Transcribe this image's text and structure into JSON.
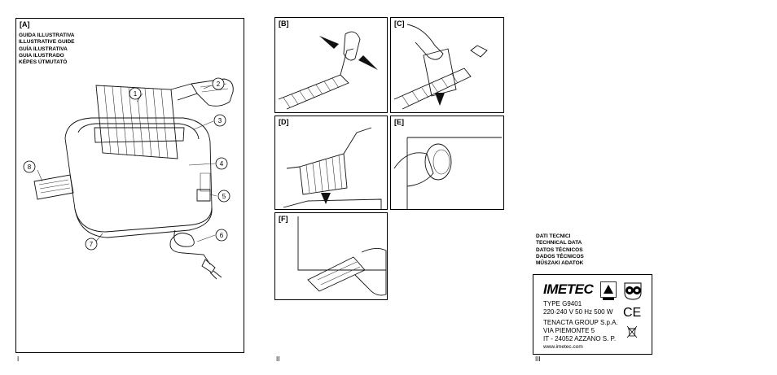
{
  "pages": [
    {
      "number": "I"
    },
    {
      "number": "II"
    },
    {
      "number": "III"
    }
  ],
  "panel_a": {
    "label": "[A]",
    "guide_titles": [
      "GUIDA ILLUSTRATIVA",
      "ILLUSTRATIVE GUIDE",
      "GUÍA ILUSTRATIVA",
      "GUIA ILUSTRADO",
      "KÉPES ÚTMUTATÓ"
    ],
    "callouts": [
      "1",
      "2",
      "3",
      "4",
      "5",
      "6",
      "7",
      "8"
    ]
  },
  "panels": [
    "[B]",
    "[C]",
    "[D]",
    "[E]",
    "[F]"
  ],
  "tech": {
    "headings": [
      "DATI TECNICI",
      "TECHNICAL DATA",
      "DATOS TÉCNICOS",
      "DADOS TÉCNICOS",
      "MŰSZAKI ADATOK"
    ],
    "plate": {
      "brand": "IMETEC",
      "type": "TYPE G9401",
      "rating": "220-240 V  50 Hz  500 W",
      "company": "TENACTA GROUP S.p.A.",
      "street": "VIA PIEMONTE 5",
      "city": "IT - 24052 AZZANO S. P.",
      "web": "www.imetec.com",
      "ce_mark": "CE"
    }
  }
}
